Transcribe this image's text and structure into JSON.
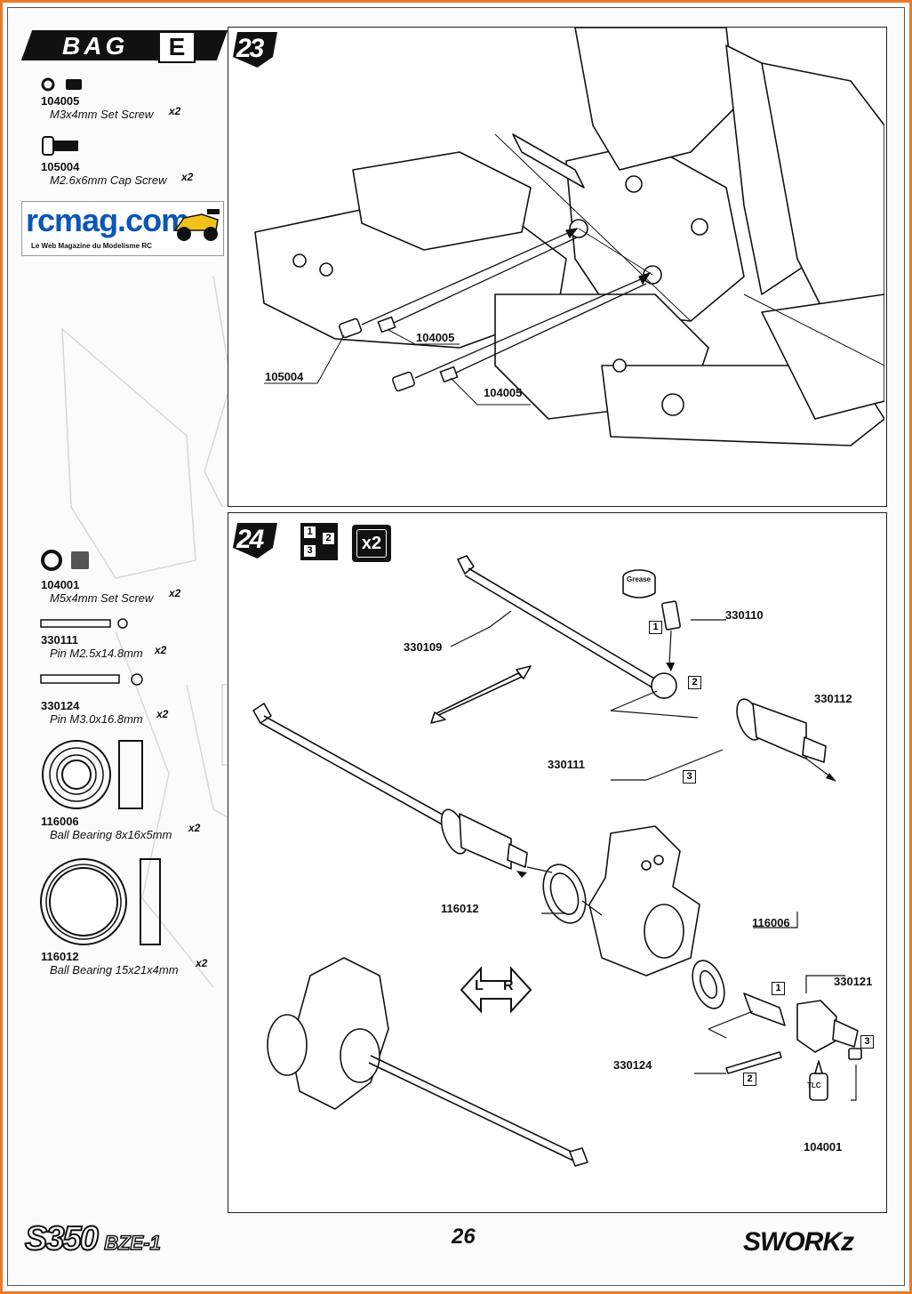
{
  "bag": {
    "label": "BAG",
    "letter": "E"
  },
  "logo": {
    "text": "rcmag.com",
    "subtitle": "Le Web Magazine du Modelisme RC"
  },
  "parts_top": [
    {
      "number": "104005",
      "name": "M3x4mm Set Screw",
      "qty": "x2"
    },
    {
      "number": "105004",
      "name": "M2.6x6mm Cap Screw",
      "qty": "x2"
    }
  ],
  "parts_bottom": [
    {
      "number": "104001",
      "name": "M5x4mm Set Screw",
      "qty": "x2"
    },
    {
      "number": "330111",
      "name": "Pin M2.5x14.8mm",
      "qty": "x2"
    },
    {
      "number": "330124",
      "name": "Pin M3.0x16.8mm",
      "qty": "x2"
    },
    {
      "number": "116006",
      "name": "Ball Bearing 8x16x5mm",
      "qty": "x2"
    },
    {
      "number": "116012",
      "name": "Ball Bearing 15x21x4mm",
      "qty": "x2"
    }
  ],
  "step23": {
    "number": "23",
    "callouts": {
      "a": "104005",
      "b": "105004",
      "c": "104005"
    }
  },
  "step24": {
    "number": "24",
    "repeat": "x2",
    "order_icon": {
      "one": "1",
      "two": "2",
      "three": "3"
    },
    "grease_label": "Grease",
    "lr_left": "L",
    "lr_right": "R",
    "tlc_label": "TLC",
    "markers": {
      "one": "1",
      "two": "2",
      "three": "3"
    },
    "callouts": {
      "c330110": "330110",
      "c330109": "330109",
      "c330112": "330112",
      "c330111": "330111",
      "c116012": "116012",
      "c116006": "116006",
      "c330121": "330121",
      "c330124": "330124",
      "c104001": "104001"
    }
  },
  "footer": {
    "page_number": "26",
    "model_logo": "S350",
    "model_sub": "BZE-1",
    "brand": "SWORKz"
  },
  "colors": {
    "frame": "#e8792a",
    "logo_blue": "#0b56b8",
    "ink": "#111111"
  }
}
